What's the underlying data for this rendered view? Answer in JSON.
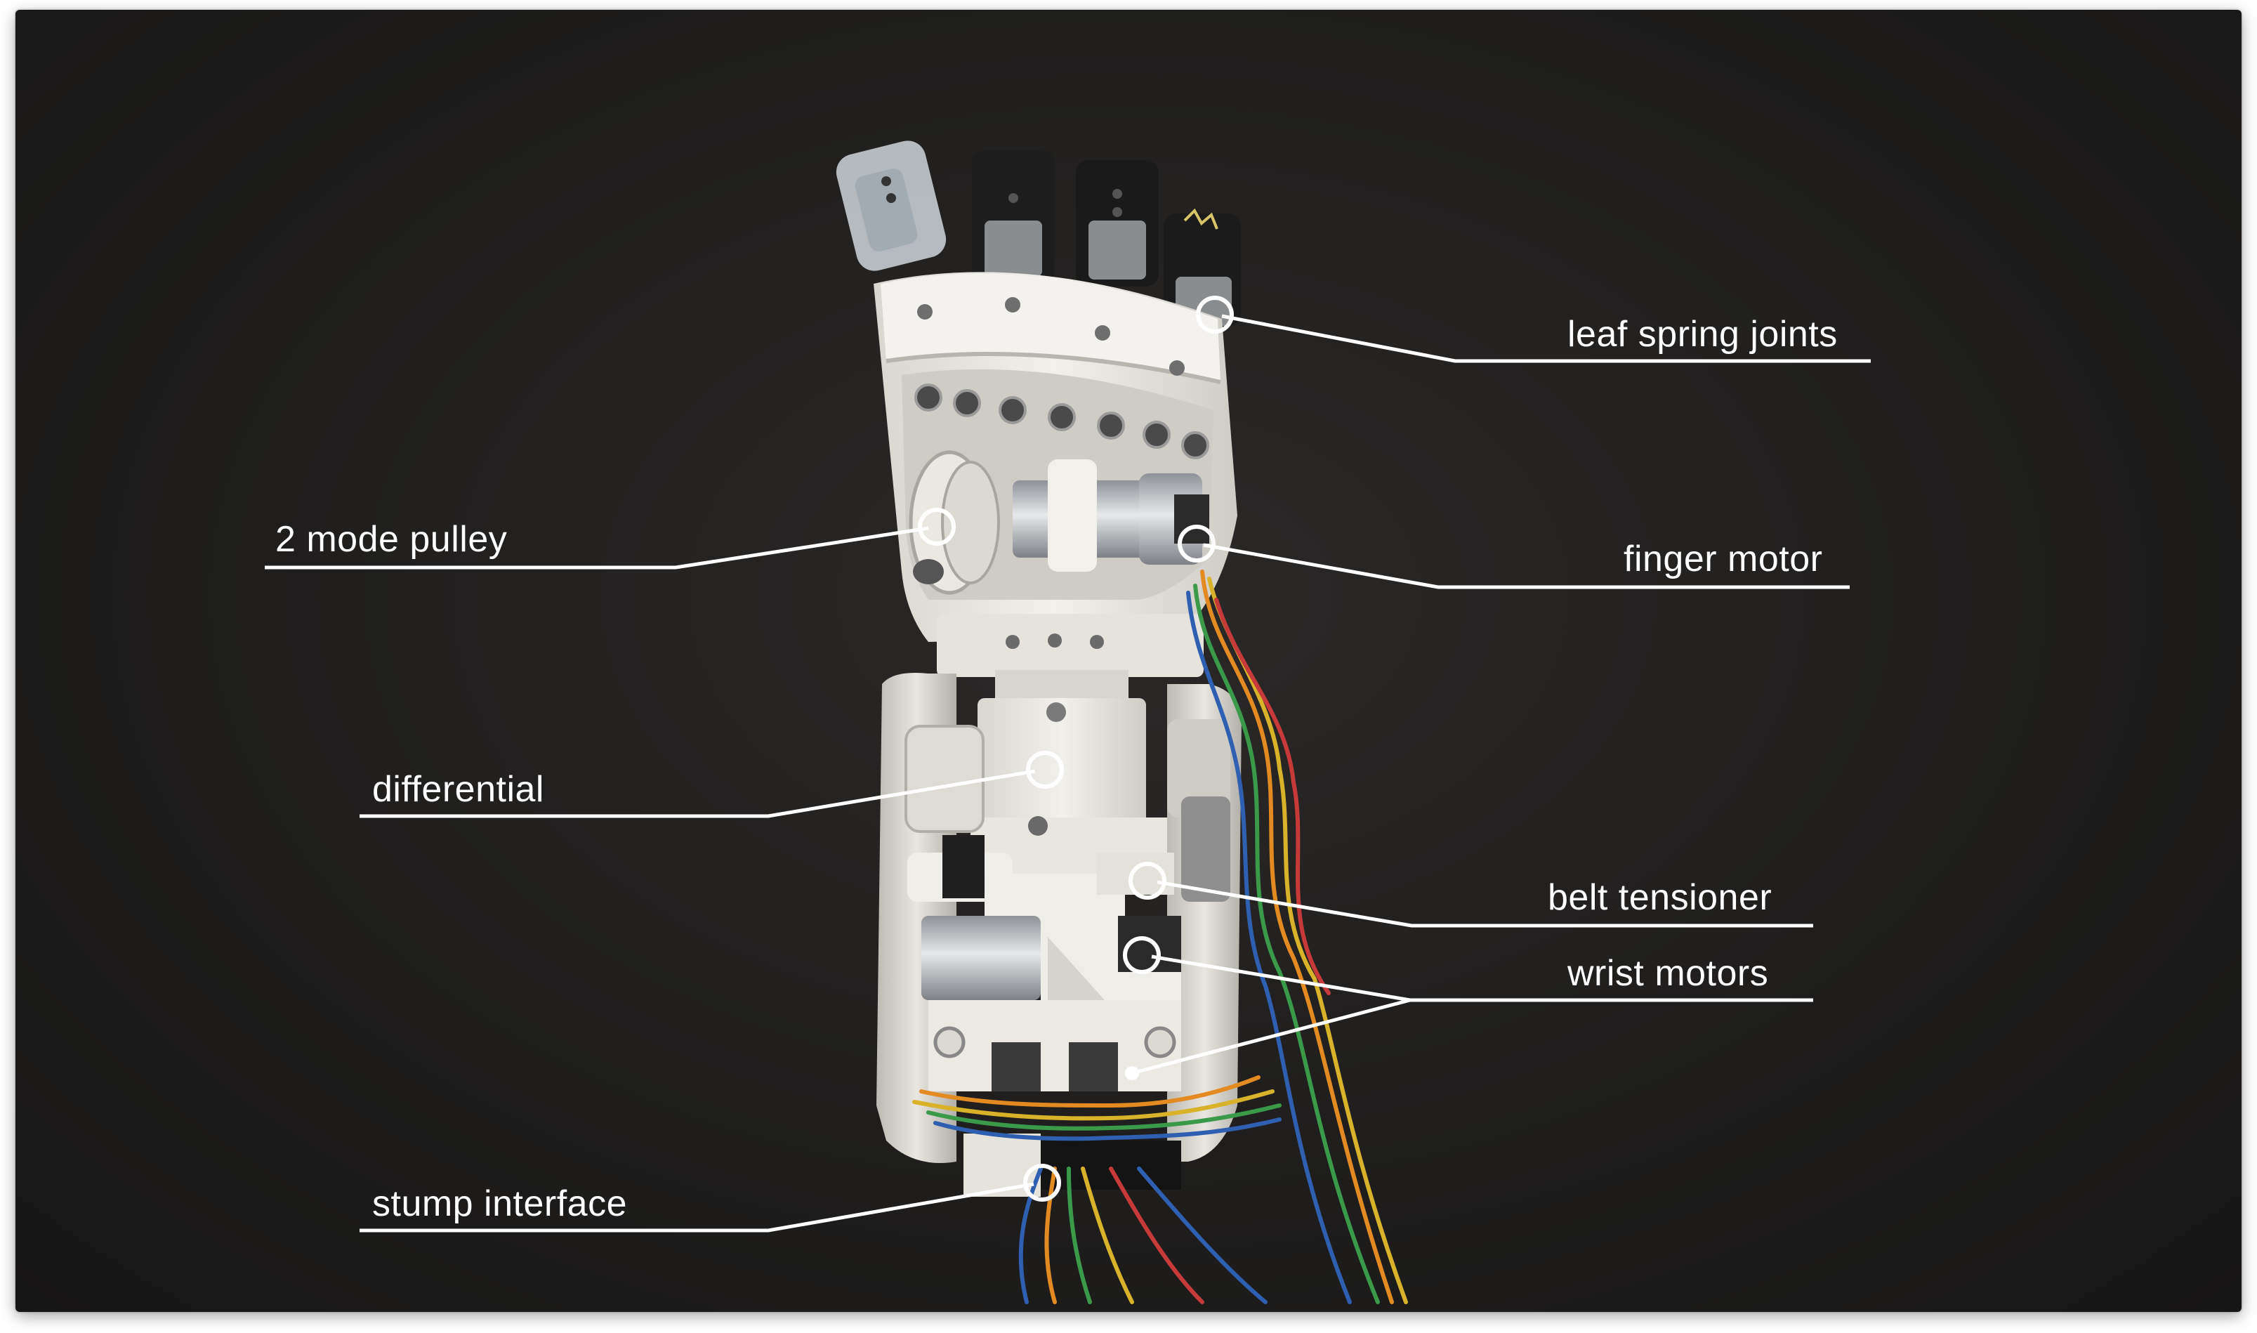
{
  "annotations": {
    "leaf_spring_joints": "leaf spring joints",
    "two_mode_pulley": "2 mode pulley",
    "finger_motor": "finger motor",
    "differential": "differential",
    "belt_tensioner": "belt tensioner",
    "wrist_motors": "wrist motors",
    "stump_interface": "stump interface"
  },
  "colors": {
    "background": "#1f1e1d",
    "annotation": "#ffffff",
    "body_plastic": "#e9e6e0",
    "finger_black": "#1c1c1c",
    "metal": "#b9bcc0"
  }
}
